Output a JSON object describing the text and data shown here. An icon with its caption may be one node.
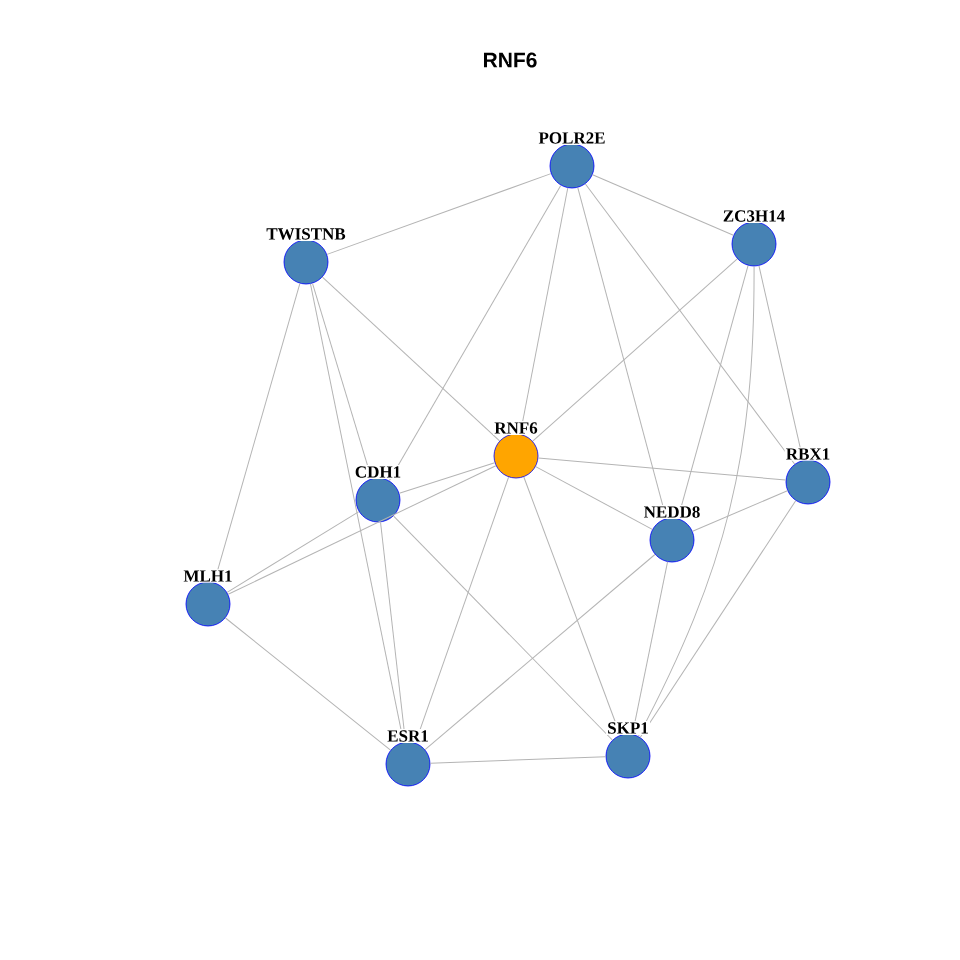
{
  "diagram": {
    "title": "RNF6",
    "nodes": [
      {
        "text": [
          "POLR2E"
        ]
      },
      {
        "text": [
          "ZC3H14"
        ]
      },
      {
        "text": [
          "TWISTNB"
        ]
      },
      {
        "text": [
          "RNF6"
        ]
      },
      {
        "text": [
          "CDH1"
        ]
      },
      {
        "text": [
          "RBX1"
        ]
      },
      {
        "text": [
          "NEDD8"
        ]
      },
      {
        "text": [
          "MLH1"
        ]
      },
      {
        "text": [
          "ESR1"
        ]
      },
      {
        "text": [
          "SKP1"
        ]
      }
    ],
    "edges": [
      {
        "from": 0,
        "to": 2,
        "arrow": "none"
      },
      {
        "from": 0,
        "to": 1,
        "arrow": "none"
      },
      {
        "from": 0,
        "to": 4,
        "arrow": "none"
      },
      {
        "from": 0,
        "to": 3,
        "arrow": "none"
      },
      {
        "from": 0,
        "to": 6,
        "arrow": "none"
      },
      {
        "from": 0,
        "to": 5,
        "arrow": "none"
      },
      {
        "from": 1,
        "to": 3,
        "arrow": "none"
      },
      {
        "from": 1,
        "to": 5,
        "arrow": "none"
      },
      {
        "from": 1,
        "to": 6,
        "arrow": "none"
      },
      {
        "from": 1,
        "to": 9,
        "arrow": "none"
      },
      {
        "from": 2,
        "to": 3,
        "arrow": "none"
      },
      {
        "from": 2,
        "to": 7,
        "arrow": "none"
      },
      {
        "from": 2,
        "to": 4,
        "arrow": "none"
      },
      {
        "from": 2,
        "to": 8,
        "arrow": "none"
      },
      {
        "from": 3,
        "to": 4,
        "arrow": "none"
      },
      {
        "from": 3,
        "to": 7,
        "arrow": "none"
      },
      {
        "from": 3,
        "to": 5,
        "arrow": "none"
      },
      {
        "from": 3,
        "to": 6,
        "arrow": "none"
      },
      {
        "from": 3,
        "to": 8,
        "arrow": "none"
      },
      {
        "from": 3,
        "to": 9,
        "arrow": "none"
      },
      {
        "from": 4,
        "to": 7,
        "arrow": "none"
      },
      {
        "from": 4,
        "to": 8,
        "arrow": "none"
      },
      {
        "from": 4,
        "to": 9,
        "arrow": "none"
      },
      {
        "from": 7,
        "to": 8,
        "arrow": "none"
      },
      {
        "from": 6,
        "to": 5,
        "arrow": "none"
      },
      {
        "from": 6,
        "to": 8,
        "arrow": "none"
      },
      {
        "from": 6,
        "to": 9,
        "arrow": "none"
      },
      {
        "from": 5,
        "to": 9,
        "arrow": "none"
      },
      {
        "from": 8,
        "to": 9,
        "arrow": "none"
      }
    ]
  }
}
